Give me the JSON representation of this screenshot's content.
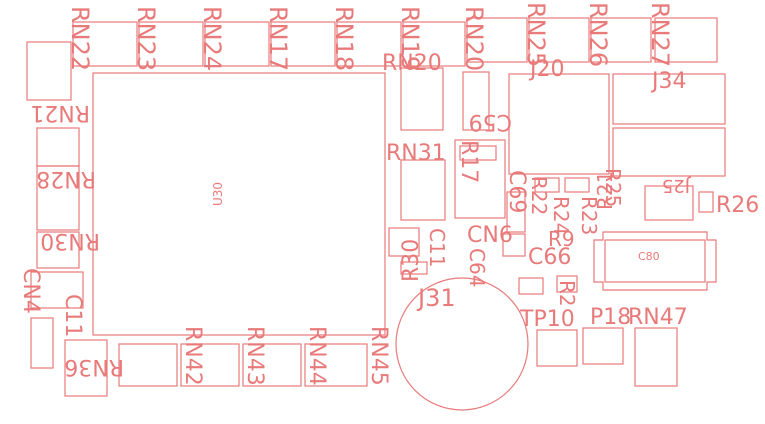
{
  "colors": {
    "stroke": "#e87a7a",
    "background": "#ffffff"
  },
  "labels": {
    "rn22": "RN22",
    "rn23": "RN23",
    "rn24": "RN24",
    "rn17": "RN17",
    "rn18": "RN18",
    "rn19": "RN19",
    "rn20v": "RN20",
    "rn20h": "RN20",
    "rn25": "RN25",
    "rn26": "RN26",
    "rn27": "RN27",
    "j20": "J20",
    "j34": "J34",
    "rn21": "RN21",
    "rn28": "RN28",
    "rn30": "RN30",
    "cn4": "CN4",
    "c11": "C11",
    "rn36": "RN36",
    "u30": "U30",
    "rn31": "RN31",
    "c59": "C59",
    "r17": "R17",
    "c69": "C69",
    "r22": "R22",
    "r23": "R23",
    "r24": "R24",
    "r9": "R9",
    "j25": "J25",
    "r21": "R21",
    "r25": "R25",
    "r26": "R26",
    "c80": "C80",
    "r30": "R30",
    "c11b": "C11",
    "cn6": "CN6",
    "c64": "C64",
    "c66": "C66",
    "r2": "R2",
    "j31": "J31",
    "tp10": "TP10",
    "p18": "P18",
    "rn47": "RN47",
    "rn42": "RN42",
    "rn43": "RN43",
    "rn44": "RN44",
    "rn45": "RN45"
  }
}
